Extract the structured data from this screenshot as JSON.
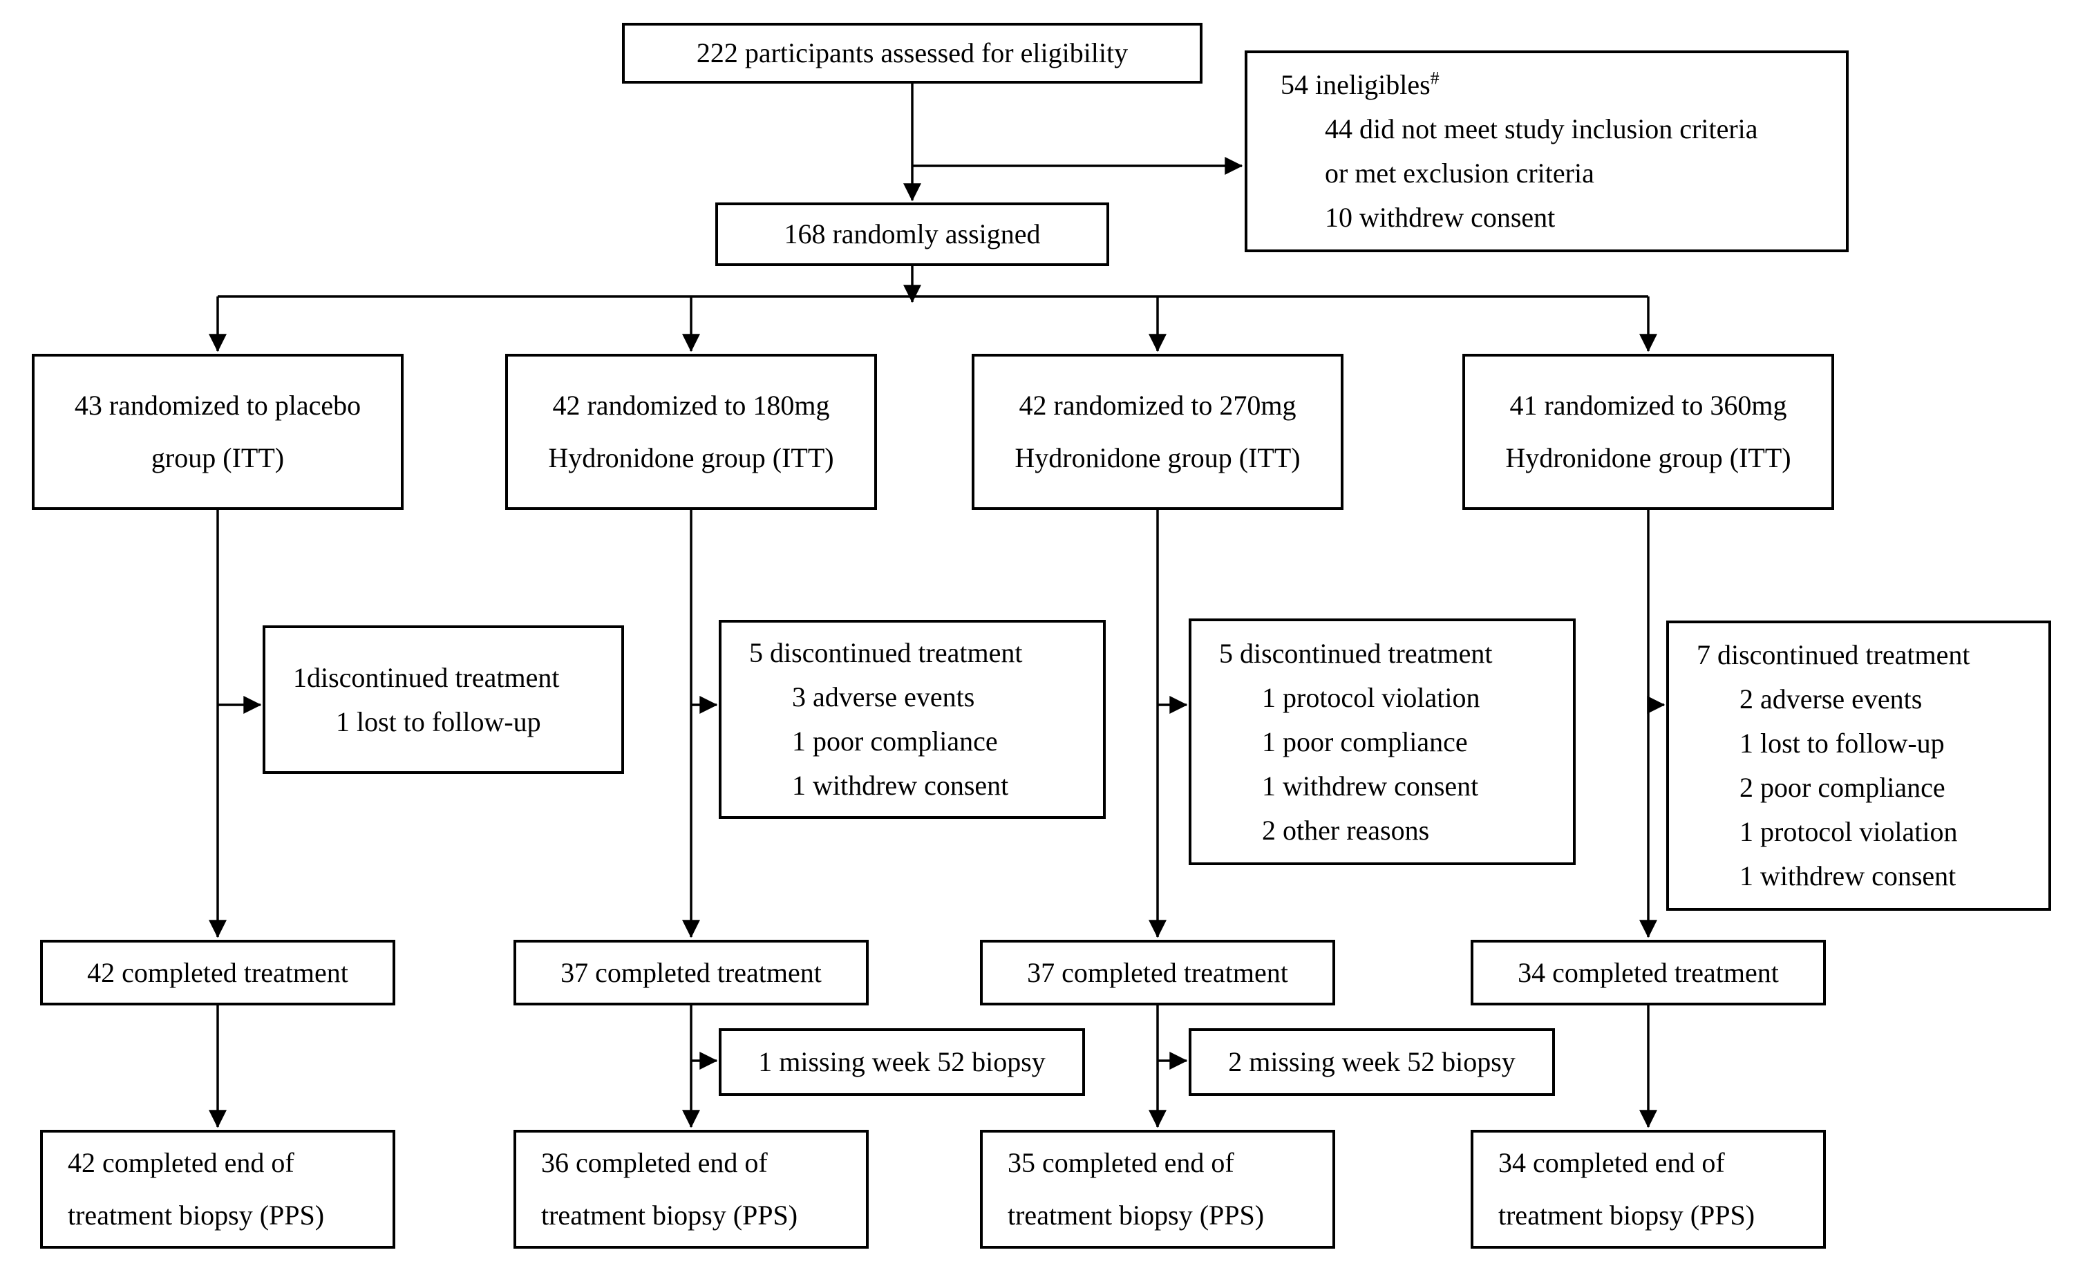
{
  "colors": {
    "line": "#000000",
    "box_border": "#000000",
    "background": "#ffffff"
  },
  "flow": {
    "eligibility": {
      "text": "222 participants assessed for eligibility"
    },
    "ineligibles": {
      "header": "54 ineligibles",
      "footnote_mark": "#",
      "items": [
        "44 did not meet study inclusion criteria",
        "or met exclusion criteria",
        "10 withdrew consent"
      ]
    },
    "randomized": {
      "text": "168 randomly assigned"
    },
    "arms": [
      {
        "line1": "43 randomized to placebo",
        "line2": "group (ITT)"
      },
      {
        "line1": "42 randomized to 180mg",
        "line2": "Hydronidone group (ITT)"
      },
      {
        "line1": "42 randomized to 270mg",
        "line2": "Hydronidone group (ITT)"
      },
      {
        "line1": "41 randomized to 360mg",
        "line2": "Hydronidone group (ITT)"
      }
    ],
    "discontinued": [
      {
        "header": "1discontinued treatment",
        "items": [
          "1 lost to follow-up"
        ]
      },
      {
        "header": "5 discontinued treatment",
        "items": [
          "3 adverse events",
          "1 poor compliance",
          "1 withdrew consent"
        ]
      },
      {
        "header": "5 discontinued treatment",
        "items": [
          "1 protocol violation",
          "1 poor compliance",
          "1 withdrew consent",
          "2 other reasons"
        ]
      },
      {
        "header": "7 discontinued treatment",
        "items": [
          "2 adverse events",
          "1 lost to follow-up",
          "2 poor compliance",
          "1 protocol violation",
          "1 withdrew consent"
        ]
      }
    ],
    "completed": [
      "42 completed treatment",
      "37 completed treatment",
      "37 completed treatment",
      "34 completed treatment"
    ],
    "missing": [
      "1 missing week 52 biopsy",
      "2 missing week 52 biopsy"
    ],
    "pps": [
      {
        "line1": "42 completed end of",
        "line2": "treatment biopsy (PPS)"
      },
      {
        "line1": "36 completed end of",
        "line2": "treatment biopsy (PPS)"
      },
      {
        "line1": "35 completed end of",
        "line2": "treatment biopsy (PPS)"
      },
      {
        "line1": "34 completed end of",
        "line2": "treatment biopsy (PPS)"
      }
    ]
  }
}
